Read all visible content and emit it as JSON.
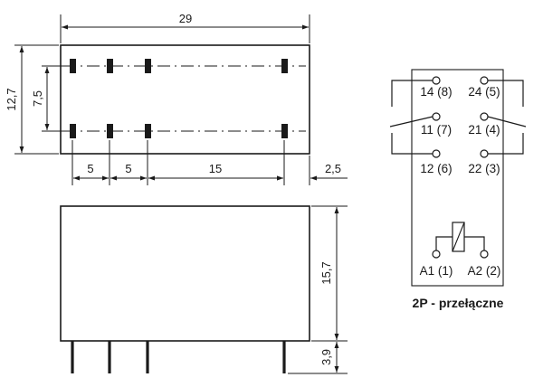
{
  "dimensions": {
    "overall_width": "29",
    "top_height": "12,7",
    "pin_row_spacing": "7,5",
    "pitch_1": "5",
    "pitch_2": "5",
    "pitch_3": "15",
    "edge_offset": "2,5",
    "body_height": "15,7",
    "pin_length": "3,9"
  },
  "schematic": {
    "terminals": [
      {
        "label": "14 (8)"
      },
      {
        "label": "24 (5)"
      },
      {
        "label": "11 (7)"
      },
      {
        "label": "21 (4)"
      },
      {
        "label": "12 (6)"
      },
      {
        "label": "22 (3)"
      },
      {
        "label": "A1 (1)"
      },
      {
        "label": "A2 (2)"
      }
    ],
    "caption": "2P - przełączne"
  }
}
